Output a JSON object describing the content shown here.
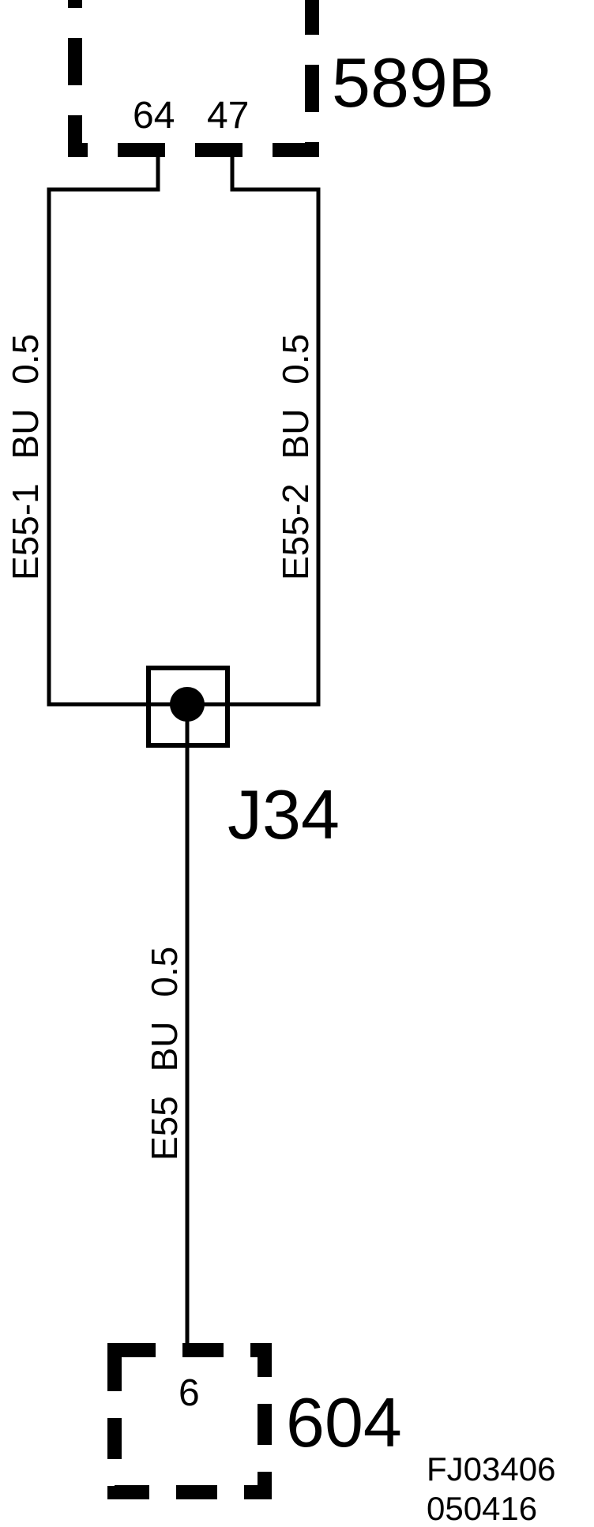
{
  "connectors": {
    "top": {
      "id": "589B",
      "pins": [
        "64",
        "47"
      ]
    },
    "bottom": {
      "id": "604",
      "pins": [
        "6"
      ]
    }
  },
  "splice": {
    "id": "J34"
  },
  "wires": {
    "left": "E55-1  BU  0.5",
    "right": "E55-2  BU  0.5",
    "center": "E55  BU  0.5"
  },
  "reference": {
    "code": "FJ03406",
    "date": "050416"
  },
  "colors": {
    "ink": "#000000",
    "background": "#ffffff"
  }
}
